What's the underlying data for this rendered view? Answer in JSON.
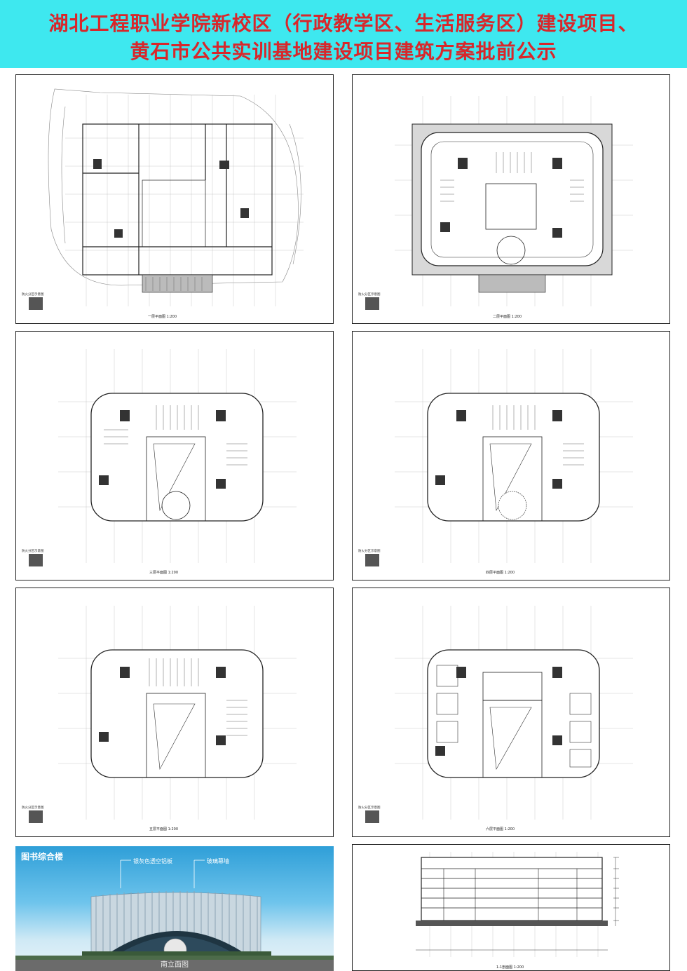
{
  "banner": {
    "line1": "湖北工程职业学院新校区（行政教学区、生活服务区）建设项目、",
    "line2": "黄石市公共实训基地建设项目建筑方案批前公示"
  },
  "panels": [
    {
      "caption": "一层平面图 1:200",
      "legend_title": "防火分区示意图"
    },
    {
      "caption": "二层平面图 1:200",
      "legend_title": "防火分区示意图"
    },
    {
      "caption": "三层平面图 1:200",
      "legend_title": "防火分区示意图"
    },
    {
      "caption": "四层平面图 1:200",
      "legend_title": "防火分区示意图"
    },
    {
      "caption": "五层平面图 1:200",
      "legend_title": "防火分区示意图"
    },
    {
      "caption": "六层平面图 1:200",
      "legend_title": "防火分区示意图"
    }
  ],
  "rendering": {
    "title": "图书综合楼",
    "label_panel": "银灰色透空铝板",
    "label_glass": "玻璃幕墙",
    "elevation_caption": "南立面图"
  },
  "section": {
    "caption": "1-1剖面图 1:200"
  },
  "colors": {
    "banner_bg": "#3ee8ef",
    "banner_text": "#d8272b"
  }
}
